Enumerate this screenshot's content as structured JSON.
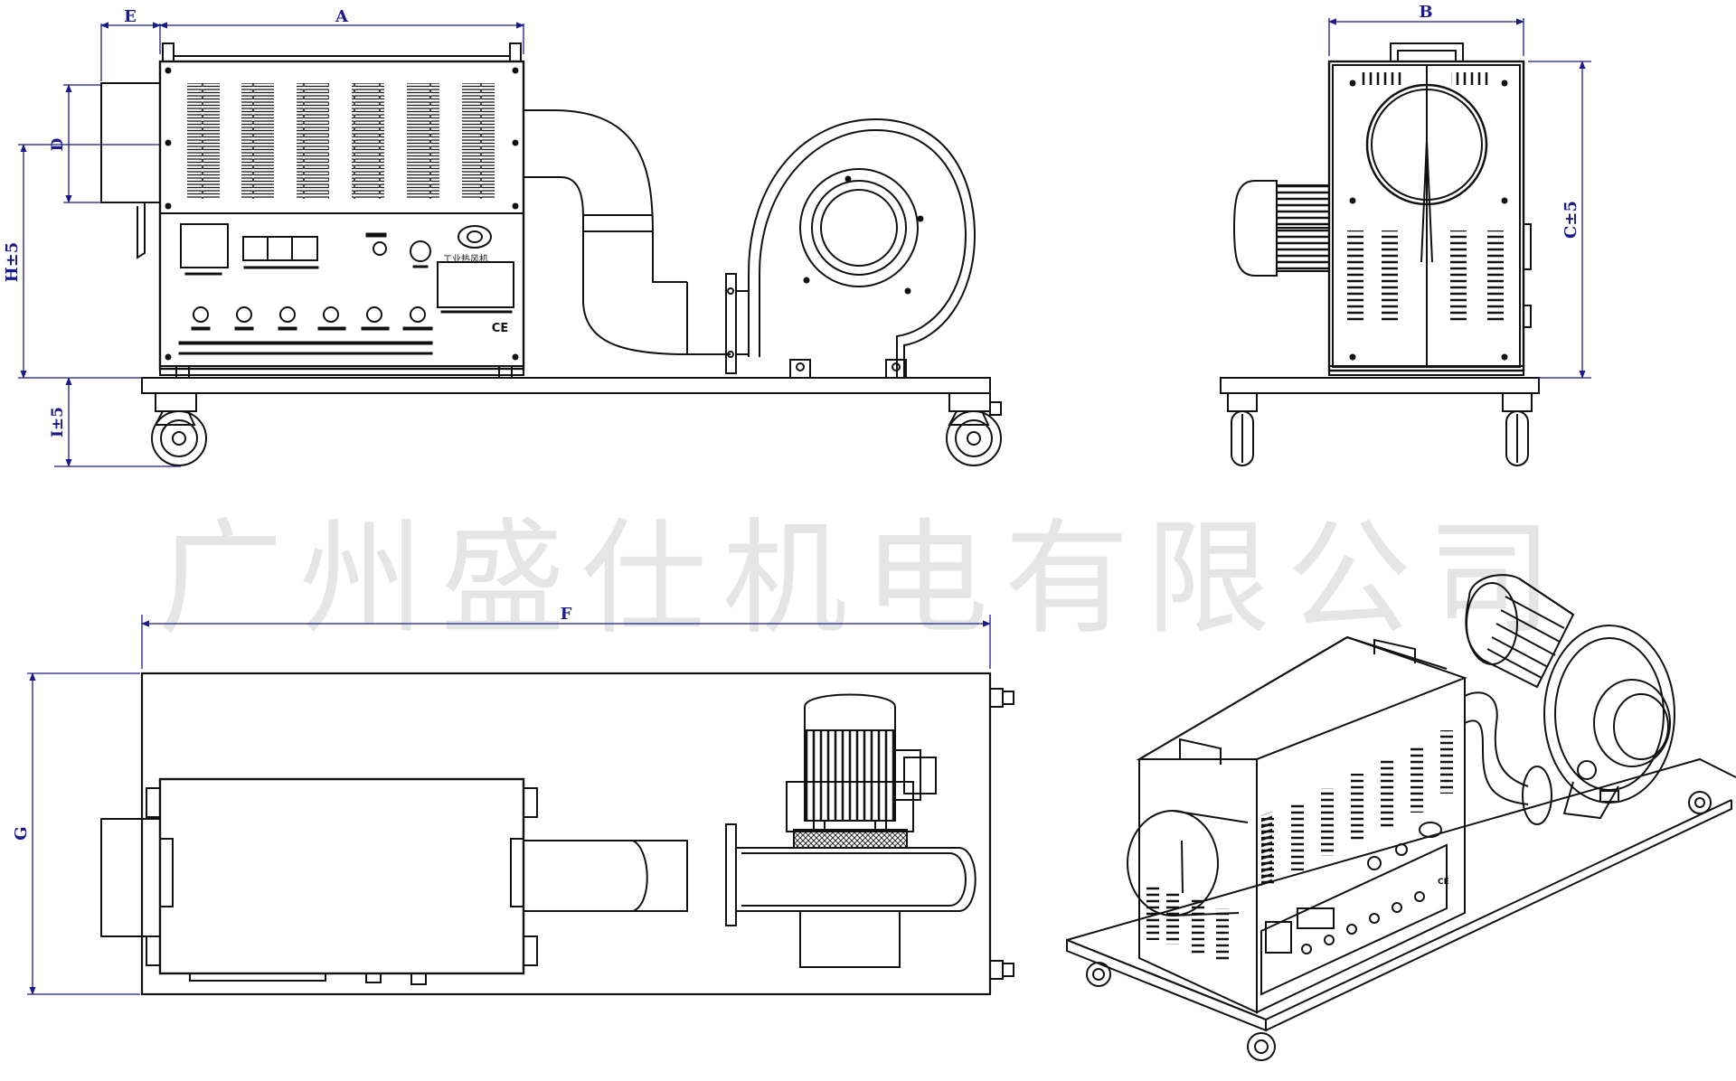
{
  "dimensions": {
    "A": "A",
    "B": "B",
    "C": "C±5",
    "D": "D",
    "E": "E",
    "F": "F",
    "G": "G",
    "H": "H±5",
    "I": "I±5"
  },
  "watermark": "广州盛仕机电有限公司",
  "panel": {
    "brand": "工业热风机",
    "ce": "CE"
  },
  "colors": {
    "line": "#111111",
    "dimension": "#1a1a8c",
    "watermark": "#cfcfcf"
  }
}
